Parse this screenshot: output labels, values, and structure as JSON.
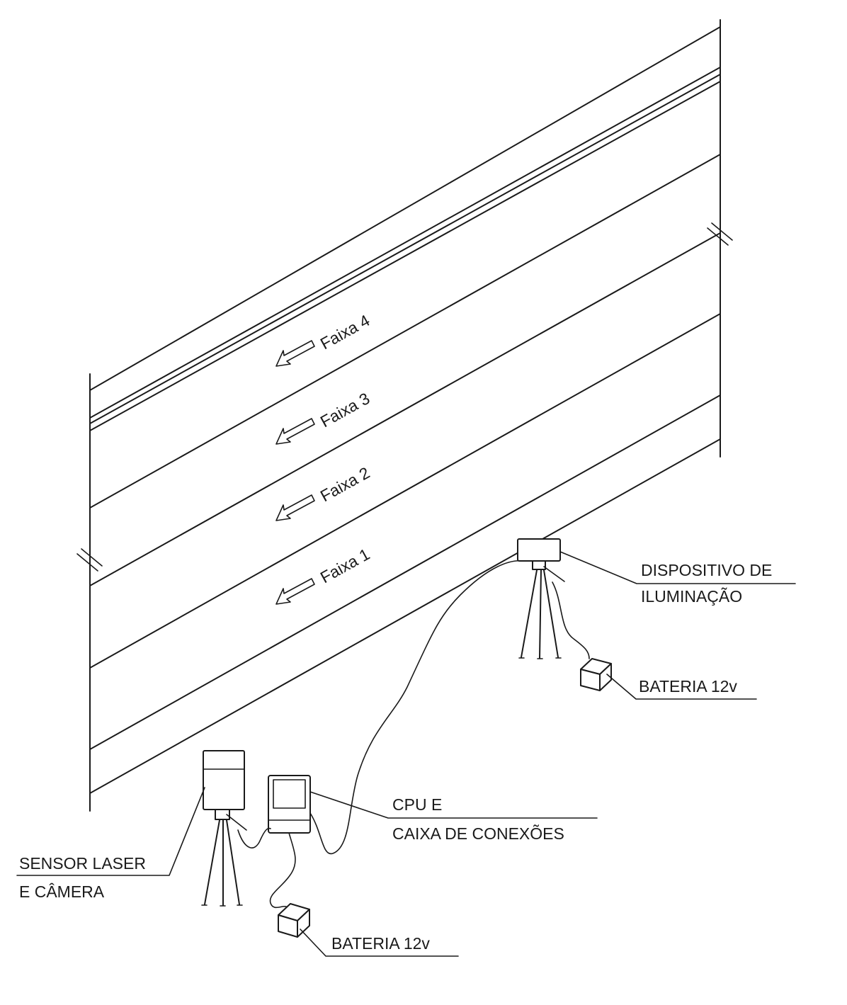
{
  "lanes": [
    "Faixa 4",
    "Faixa 3",
    "Faixa 2",
    "Faixa 1"
  ],
  "callouts": {
    "illumination_line1": "DISPOSITIVO DE",
    "illumination_line2": "ILUMINAÇÃO",
    "battery_right": "BATERIA 12v",
    "cpu_line1": "CPU E",
    "cpu_line2": "CAIXA DE CONEXÕES",
    "sensor_line1": "SENSOR LASER",
    "sensor_line2": "E CÂMERA",
    "battery_bottom": "BATERIA 12v"
  }
}
